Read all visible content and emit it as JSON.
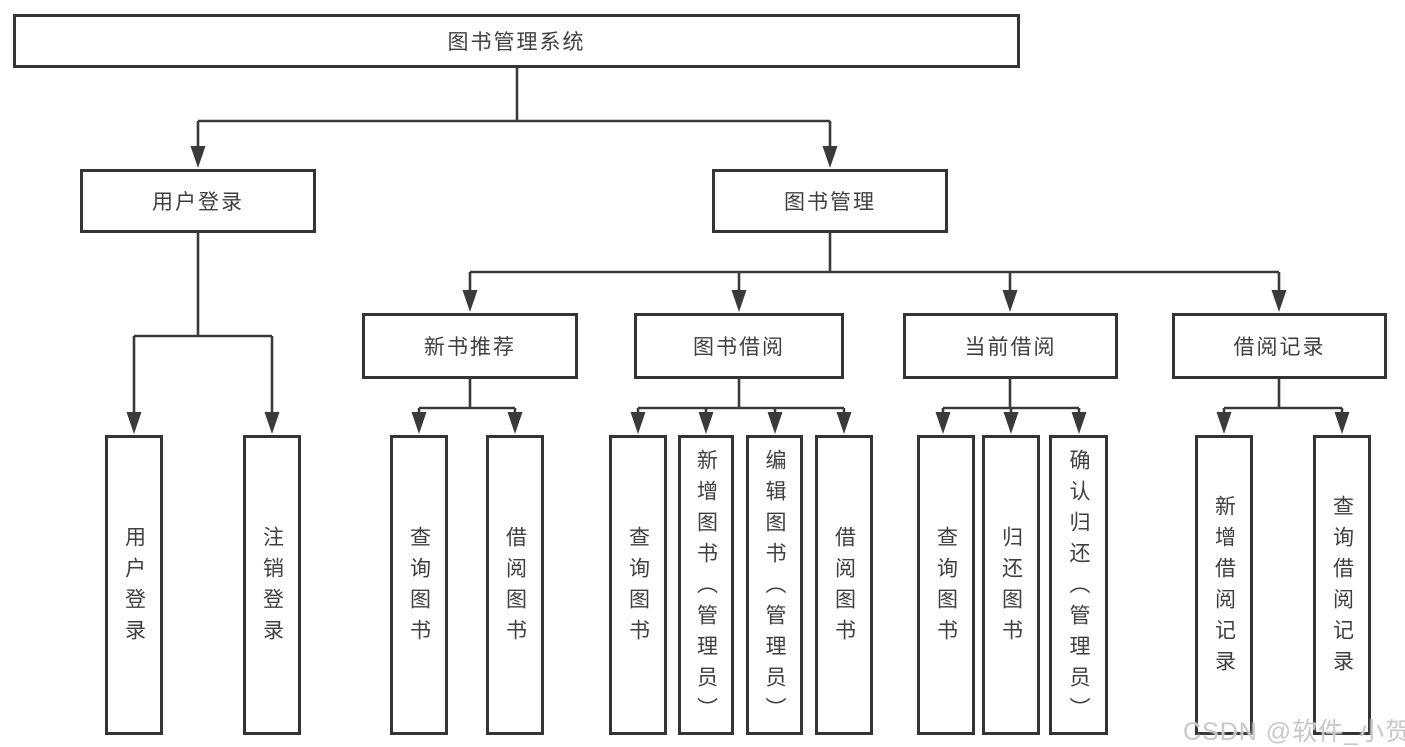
{
  "diagram_title": "图书管理系统",
  "colors": {
    "line": "#3a3a3a",
    "box_border": "#343434",
    "text": "#3f3f3f",
    "watermark": "#c8c8c8",
    "background": "#ffffff"
  },
  "tree": {
    "label": "图书管理系统",
    "children": [
      {
        "label": "用户登录",
        "children": [
          {
            "label": "用户登录"
          },
          {
            "label": "注销登录"
          }
        ]
      },
      {
        "label": "图书管理",
        "children": [
          {
            "label": "新书推荐",
            "children": [
              {
                "label": "查询图书"
              },
              {
                "label": "借阅图书"
              }
            ]
          },
          {
            "label": "图书借阅",
            "children": [
              {
                "label": "查询图书"
              },
              {
                "label": "新增图书（管理员）"
              },
              {
                "label": "编辑图书（管理员）"
              },
              {
                "label": "借阅图书"
              }
            ]
          },
          {
            "label": "当前借阅",
            "children": [
              {
                "label": "查询图书"
              },
              {
                "label": "归还图书"
              },
              {
                "label": "确认归还（管理员）"
              }
            ]
          },
          {
            "label": "借阅记录",
            "children": [
              {
                "label": "新增借阅记录"
              },
              {
                "label": "查询借阅记录"
              }
            ]
          }
        ]
      }
    ]
  },
  "watermark": "CSDN @软件_小贺同学"
}
